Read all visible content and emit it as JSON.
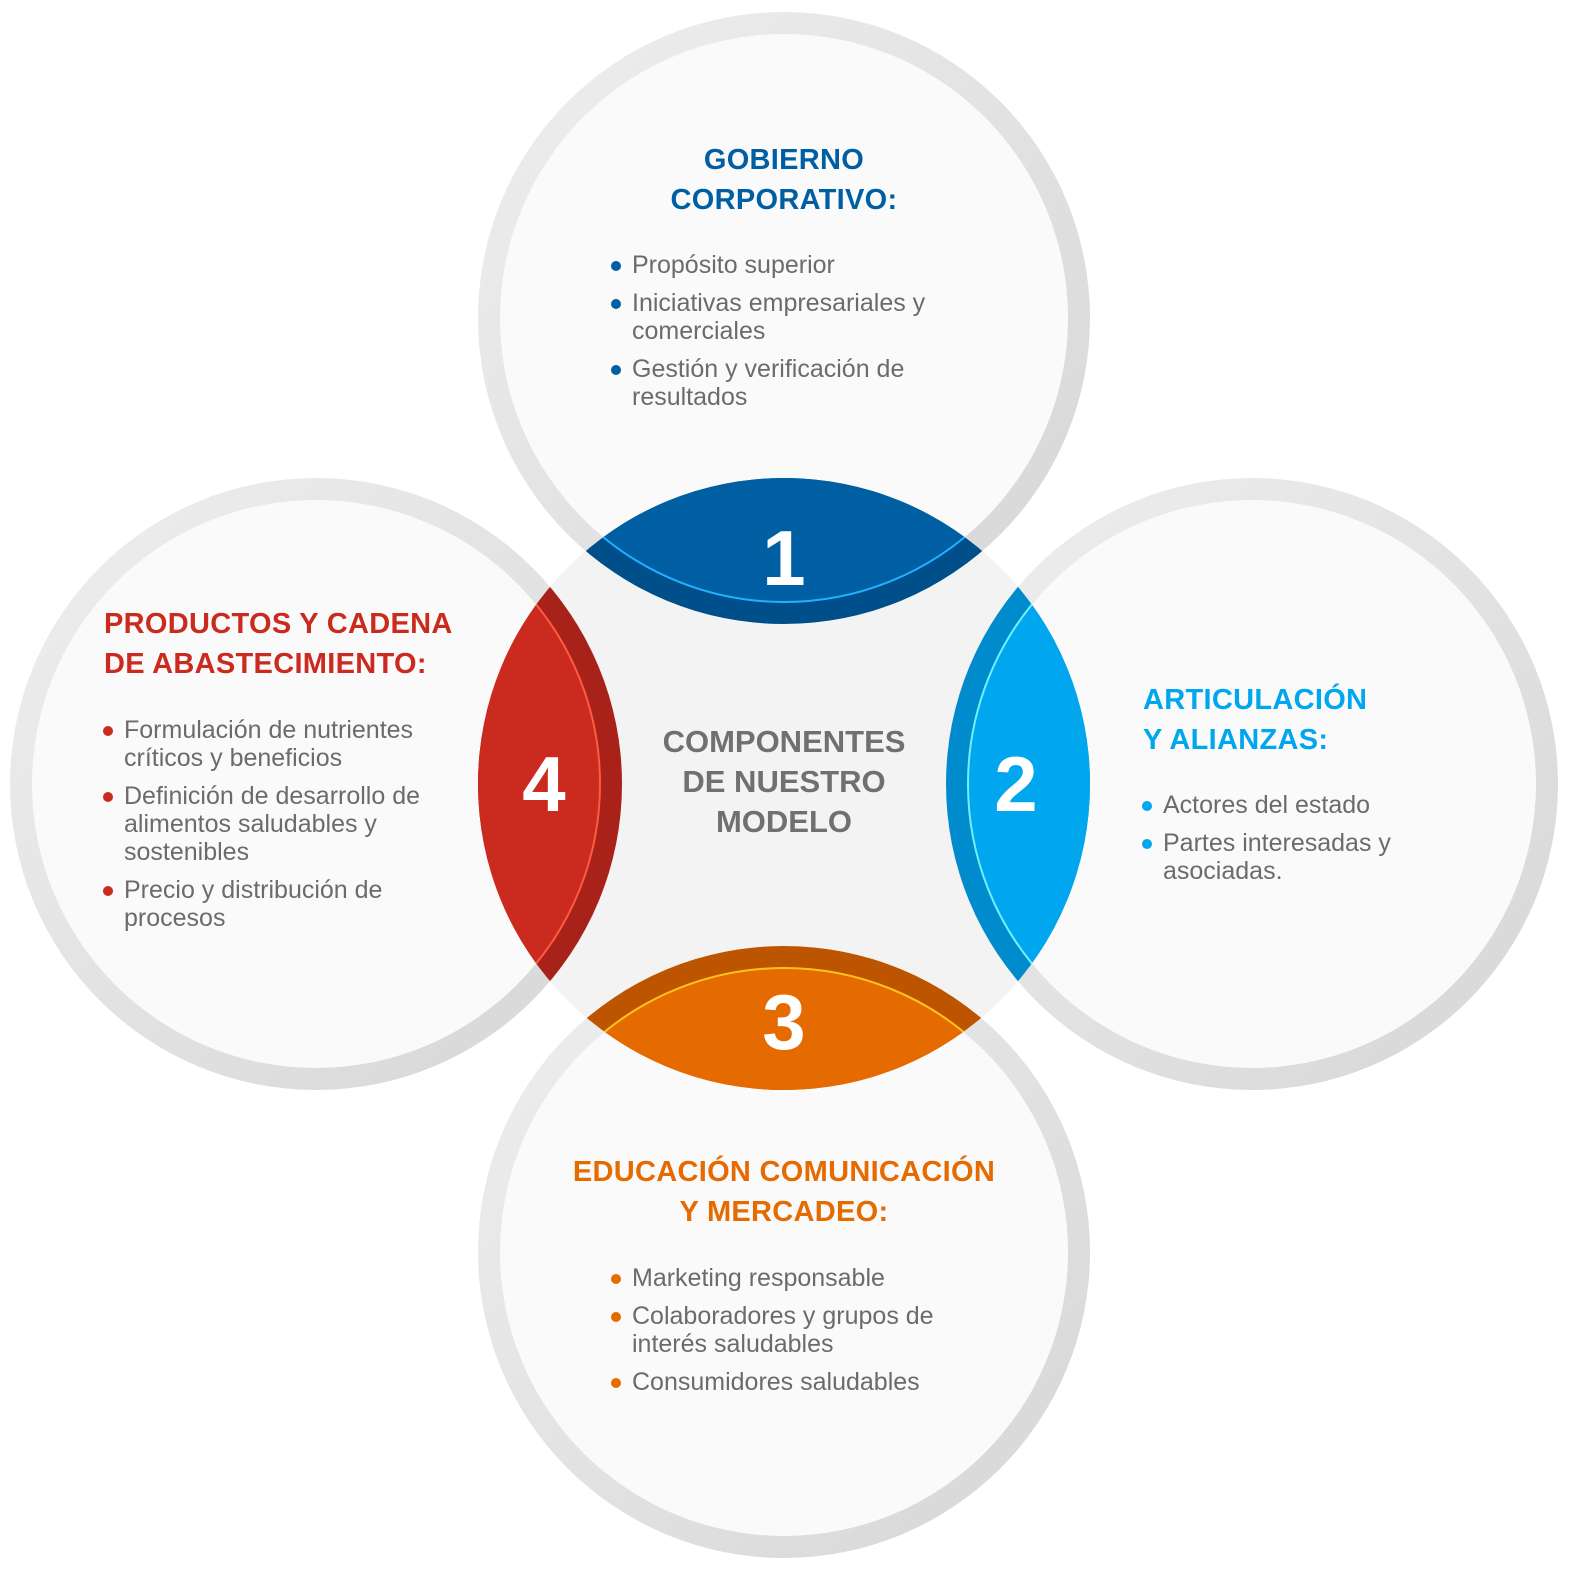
{
  "center_title": [
    "COMPONENTES",
    "DE NUESTRO",
    "MODELO"
  ],
  "colors": {
    "c1": "#005ea2",
    "c2": "#00a6ee",
    "c3": "#e56a00",
    "c4": "#cb2a1e",
    "text": "#6b6b6b"
  },
  "components": [
    {
      "number": "1",
      "title": [
        "GOBIERNO",
        "CORPORATIVO:"
      ],
      "items": [
        "Propósito superior",
        "Iniciativas empresariales y comerciales",
        "Gestión y verificación de resultados"
      ]
    },
    {
      "number": "2",
      "title": [
        "ARTICULACIÓN",
        "Y ALIANZAS:"
      ],
      "items": [
        "Actores del estado",
        "Partes interesadas y asociadas."
      ]
    },
    {
      "number": "3",
      "title": [
        "EDUCACIÓN COMUNICACIÓN",
        "Y MERCADEO:"
      ],
      "items": [
        "Marketing responsable",
        "Colaboradores y grupos de interés saludables",
        "Consumidores saludables"
      ]
    },
    {
      "number": "4",
      "title": [
        "PRODUCTOS Y CADENA",
        "DE ABASTECIMIENTO:"
      ],
      "items": [
        "Formulación de nutrientes críticos y beneficios",
        "Definición de desarrollo de alimentos saludables y sostenibles",
        "Precio y distribución de procesos"
      ]
    }
  ]
}
